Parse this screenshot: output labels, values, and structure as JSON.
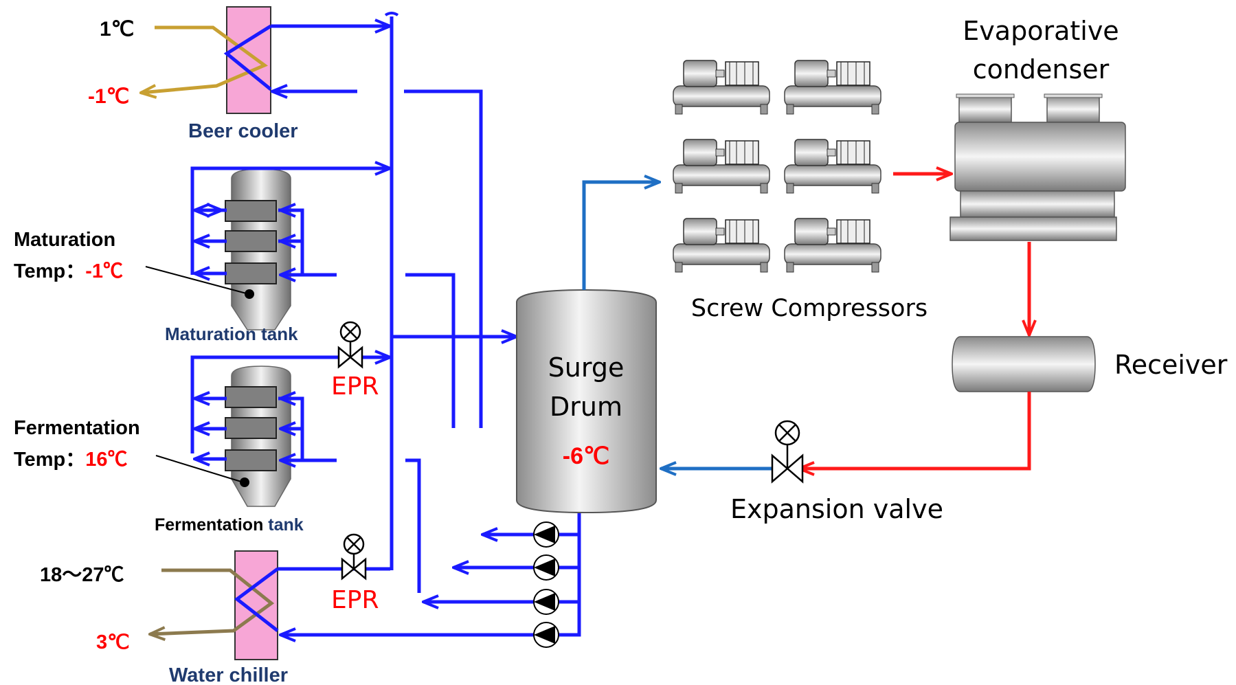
{
  "beer_cooler": {
    "name": "Beer cooler",
    "temp_in": "1℃",
    "temp_out": "-1℃"
  },
  "maturation": {
    "label_line1": "Maturation",
    "temp_prefix": "Temp：",
    "temp_value": "-1℃",
    "tank_label": "Maturation tank"
  },
  "fermentation": {
    "label_line1": "Fermentation",
    "temp_prefix": "Temp：",
    "temp_value": "16℃",
    "tank_label_a": "Fermentation",
    "tank_label_b": " tank"
  },
  "water_chiller": {
    "name": "Water chiller",
    "temp_in": "18～27℃",
    "temp_out": "3℃"
  },
  "epr_label": "EPR",
  "surge_drum": {
    "line1": "Surge",
    "line2": "Drum",
    "temp": "-6℃"
  },
  "compressors_label": "Screw Compressors",
  "condenser": {
    "line1": "Evaporative",
    "line2": "condenser"
  },
  "receiver_label": "Receiver",
  "expansion_valve_label": "Expansion valve",
  "colors": {
    "refrigerant_low": "#1a1aff",
    "vapor": "#1f6fc4",
    "liquid_high": "#ff1a1a",
    "beer_flow": "#c8a032",
    "water_flow": "#8c7a4e",
    "exchanger_fill": "#f7a6d6",
    "label_navy": "#1f3a6e",
    "temp_red": "#ff0000"
  }
}
